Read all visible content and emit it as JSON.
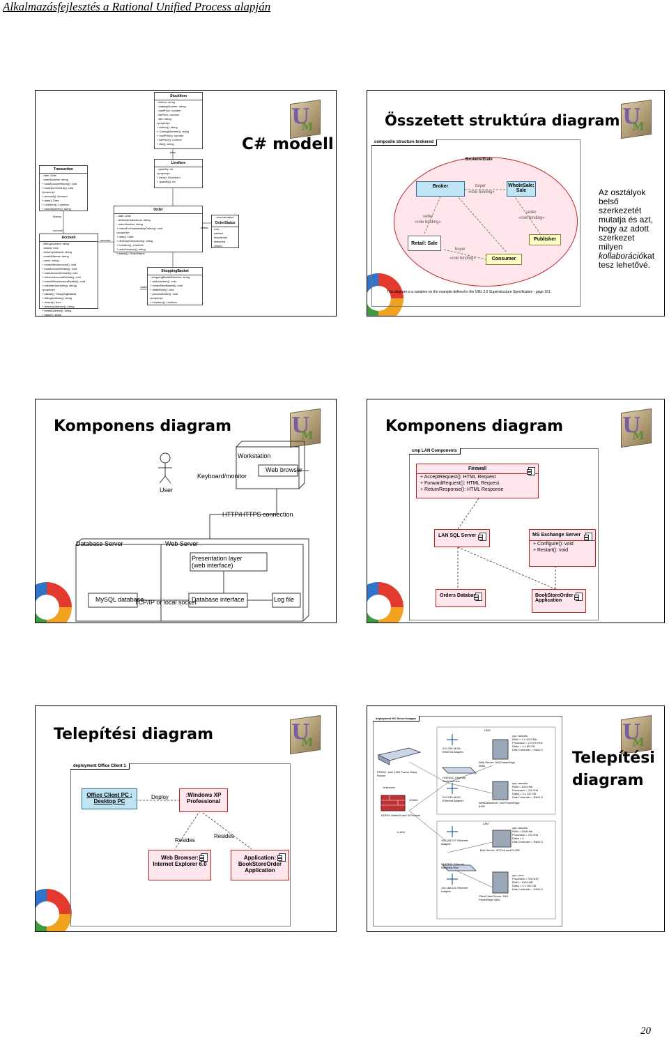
{
  "header": {
    "title": "Alkalmazásfejlesztés a Rational Unified Process alapján"
  },
  "page_number": "20",
  "slide1": {
    "title": "C# modell",
    "stockitem": {
      "name": "StockItem",
      "lines": [
        "- Author: string",
        "- catalogNumber: string",
        "- costPrice: number",
        "- listPrice: number",
        "- title: string",
        "«property»",
        "+ Author(): string",
        "+ CatalogNumber(): string",
        "+ costPrice(): number",
        "+ listPrice(): number",
        "+ title(): string"
      ]
    },
    "item_label": "-item",
    "lineitem": {
      "name": "LineItem",
      "lines": [
        "- quantity: int",
        "«property»",
        "+ item(): StockItem",
        "+ quantity(): int"
      ]
    },
    "transaction": {
      "name": "Transaction",
      "lines": [
        "- date: Date",
        "- orderNumber: string",
        "+ loadAccountHistory(): void",
        "+ loadOpenOrders(): void",
        "«property»",
        "+ account(): Account",
        "+ date(): Date",
        "+ LineItem(): LineItem",
        "+ orderNumber(): string"
      ]
    },
    "history_label": "-history",
    "account_label": "-account",
    "account": {
      "name": "Account",
      "lines": [
        "- billingAddress: string",
        "- closed: bool",
        "- deliveryAddress: string",
        "- emailAddress: string",
        "- name: string",
        "+ createNewAccount(): void",
        "+ loadAccountDetails(): void",
        "+ markAccountClosed(): void",
        "+ retrieveAccountDetails(): void",
        "+ submitNewAccountDetails(): void",
        "+ validateUser(string, string)",
        "«property»",
        "+ basket(): ShoppingBasket",
        "+ billingAddress(): string",
        "+ closed(): bool",
        "+ deliveryAddress(): string",
        "+ emailAddress(): string",
        "+ name(): string",
        "+ Order(): Order"
      ]
    },
    "order": {
      "name": "Order",
      "lines": [
        "- date: Date",
        "- deliveryInstructions: string",
        "- orderNumber: string",
        "+ checkForOutstandingOrders(): void",
        "«property»",
        "+ date(): Date",
        "+ deliveryInstructions(): string",
        "+ LineItem(): LineItem",
        "+ orderNumber(): string",
        "+ status(): OrderStatus"
      ]
    },
    "orderstatus": {
      "name": "OrderStatus",
      "stereo": "«enumeration»",
      "lines": [
        "new",
        "packed",
        "dispatched",
        "delivered",
        "closed"
      ]
    },
    "status_label": "-status",
    "basket": {
      "name": "ShoppingBasket",
      "lines": [
        "- shoppingBasketNumber: string",
        "+ addLineItem(): void",
        "+ createNewBasket(): void",
        "+ deleteItem(): void",
        "+ processOrder(): void",
        "«property»",
        "+ LineItem(): LineItem"
      ]
    },
    "basket_label": "-basket"
  },
  "slide2": {
    "title": "Összetett struktúra diagram",
    "frame_tag": "composite structure brokered",
    "outer": "BrokeredSale",
    "parts": {
      "broker": "Broker",
      "wholesale": "WholeSale: Sale",
      "retail": "Retail: Sale",
      "publisher": "Publisher",
      "consumer": "Consumer"
    },
    "roles": {
      "buyer_top": "buyer",
      "role_binding_top": "«role binding»",
      "seller_left": "seller",
      "role_binding_left": "«role binding»",
      "seller_right": "seller",
      "role_binding_right": "«role binding»",
      "buyer_bottom": "buyer",
      "role_binding_bottom": "«role binding»"
    },
    "note": "This diagram is a variation on the example defined in the UML 2.0 Superstructure Specification - page 161.",
    "description": [
      "Az osztályok",
      "belső",
      "szerkezetét",
      "mutatja és azt,",
      "hogy az adott",
      "szerkezet",
      "milyen"
    ],
    "description_em": "kollaboráció",
    "description_end": "kat",
    "description_last": "tesz lehetővé."
  },
  "slide3": {
    "title": "Komponens diagram",
    "user": "User",
    "keyboard": "Keyboard/monitor",
    "workstation": "Workstation",
    "web_browser": "Web browser",
    "http": "HTTP/HTTPS connection",
    "db_server": "Database Server",
    "web_server": "Web Server",
    "presentation": "Presentation layer",
    "web_interface": "(web interface)",
    "mysql": "MySQL database",
    "tcpip": "TCP/IP or local socket",
    "db_interface": "Database interface",
    "log_file": "Log file"
  },
  "slide4": {
    "title": "Komponens diagram",
    "frame_tag": "cmp LAN Components",
    "firewall": {
      "name": "Firewall",
      "ops": [
        "+ AcceptRequest(): HTML Request",
        "+ ForwardRequest(): HTML Request",
        "+ ReturnResponse(): HTML Response"
      ]
    },
    "lan_sql": "LAN SQL Server",
    "exchange": {
      "name": "MS Exchange Server",
      "ops": [
        "+ Configure(): void",
        "+ Restart(): void"
      ]
    },
    "orders_db": "Orders Database",
    "bookstore": "BookStoreOrder Application"
  },
  "slide5": {
    "title": "Telepítési diagram",
    "frame_tag": "deployment Office Client 1",
    "office_pc": "Office Client PC : Desktop PC",
    "deploy": "Deploy",
    "winxp": ":Windows XP Professional",
    "resides1": "Resides",
    "resides2": "Resides",
    "browser": "Web Browser: Internet Explorer 6.0",
    "app": "Application: BookStoreOrder Application"
  },
  "slide6": {
    "title_l1": "Telepítési",
    "title_l2": "diagram",
    "frame_tag": "deployment HO Server Images",
    "labels": {
      "dmz": "DMZ",
      "router": "FRW01: Intel 1000 Frame Relay Router",
      "internet": "«Internet»",
      "dmz2": "«DMZ»",
      "firewall": "HDFW: WatchGuard III Firewall",
      "lan_tag": "«LAN»",
      "webserver": "Web Server: Dell PowerEdge 2650",
      "webserver2": "WebDataserver: Dell PowerEdge 6450",
      "mailserver": "Mail Server: HP ProLiant DL380",
      "clientdata": "Client Data Server: Dell PowerEdge 1650",
      "adapter1": "210.239.48.94: Ethernet Adapter",
      "adapter2": "210.239.48.90: Ethernet Adapter",
      "adapter3": "192.168.0.2: Ethernet Adapter",
      "adapter4": "192.168.0.3: Ethernet Adapter",
      "switch1": "HOED01: Ethernet Switched Hub",
      "switch2": "HOES02: Ethernet Switched Hub",
      "lan": "LAN",
      "spec1": [
        "cpu: tamaño",
        "RAM = 2 x 1024 Mb",
        "Processor = 2 x 2.8 GHz",
        "Disks = 4 x 80 GB",
        "Disk Controller = RAID 5"
      ],
      "spec2": [
        "cpu: tamaño",
        "RAM = 1024 Mb",
        "Processor = 3.0 GHz",
        "Disks = 3 x 120 GB",
        "Disk Controller = RAID 5"
      ],
      "spec3": [
        "cpu: tamaño",
        "RAM = 2048 Mb",
        "Processor = 3.0 GHz",
        "Disks = 4",
        "Disk Controller = RAID 5"
      ],
      "spec4": [
        "cpu: prox",
        "Processor = 3.0 GHZ",
        "RAM = 1024 MB",
        "Disks = 4 x 100 GB",
        "Disk Controller = RAID 5"
      ]
    }
  }
}
